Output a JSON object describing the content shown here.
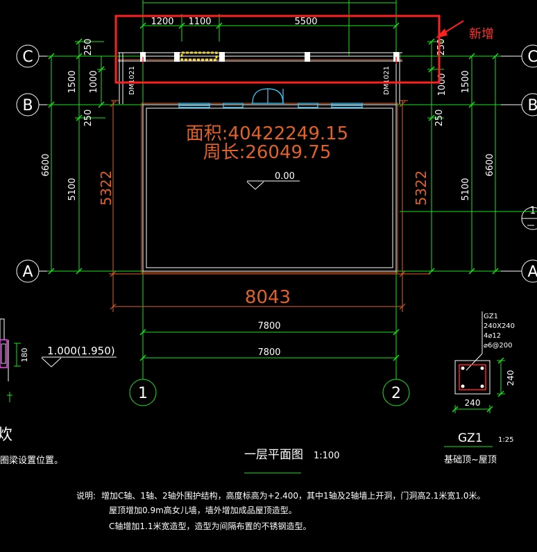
{
  "axes": {
    "C": "C",
    "B": "B",
    "A": "A",
    "one": "1",
    "two": "2",
    "right_partial": "1"
  },
  "dims": {
    "top_1200": "1200",
    "top_1100": "1100",
    "top_5500": "5500",
    "left_250_top": "250",
    "left_1500": "1500",
    "left_1000": "1000",
    "left_250_mid": "250",
    "left_6600": "6600",
    "left_5100": "5100",
    "right_250_top": "250",
    "right_1000": "1000",
    "right_1500": "1500",
    "right_250_mid": "250",
    "right_6600": "6600",
    "right_5100": "5100",
    "width_orange": "8043",
    "height_orange_left": "5322",
    "height_orange_right": "5322",
    "width_7800_a": "7800",
    "width_7800_b": "7800"
  },
  "labels": {
    "door_left": "DM1021",
    "door_right": "DM1021",
    "area": "面积:40422249.15",
    "perimeter": "周长:26049.75",
    "level_mark": "0.00",
    "new_add": "新增",
    "section_level": "1.000(1.950)",
    "section_dim": "180",
    "left_char": "炊",
    "left_note": "圈梁设置位置。",
    "plan_title": "一层平面图",
    "plan_scale": "1:100",
    "gz1_tag": "GZ1",
    "gz1_size": "240X240",
    "gz1_bars": "4⌀12",
    "gz1_stirrup": "⌀6@200",
    "gz1_dim_w": "240",
    "gz1_dim_h": "240",
    "gz1_title": "GZ1",
    "gz1_scale": "1:25",
    "gz1_range": "基础顶~屋顶"
  },
  "notes": {
    "label": "说明:",
    "line1": "增加C轴、1轴、2轴外围护结构，高度标高为+2.400，其中1轴及2轴墙上开洞，门洞高2.1米宽1.0米。",
    "line2": "屋顶增加0.9m高女儿墙，墙外增加成品屋顶造型。",
    "line3": "C轴增加1.1米宽造型，造型为间隔布置的不锈钢造型。"
  },
  "colors": {
    "background": "#000000",
    "dimension_green": "#19e619",
    "wall_white": "#ffffff",
    "annotation_orange": "#e0622a",
    "highlight_red": "#ff2020",
    "door_cyan": "#40d0ff"
  }
}
